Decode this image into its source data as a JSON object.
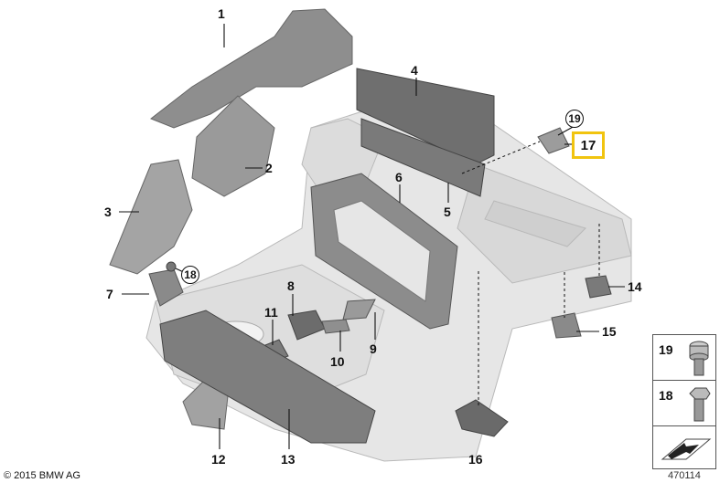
{
  "callouts": {
    "c1": "1",
    "c2": "2",
    "c3": "3",
    "c4": "4",
    "c5": "5",
    "c6": "6",
    "c7": "7",
    "c8": "8",
    "c9": "9",
    "c10": "10",
    "c11": "11",
    "c12": "12",
    "c13": "13",
    "c14": "14",
    "c15": "15",
    "c16": "16",
    "c17": "17",
    "c18": "18",
    "c19": "19"
  },
  "highlight_color": "#f1c40f",
  "legend": {
    "items": [
      {
        "label": "19",
        "icon": "hex-socket-screw-icon"
      },
      {
        "label": "18",
        "icon": "hex-head-bolt-icon"
      }
    ],
    "footer_icon": "arrow-on-sheet-icon"
  },
  "footer": {
    "copyright": "© 2015 BMW AG",
    "figure_id": "470114"
  }
}
